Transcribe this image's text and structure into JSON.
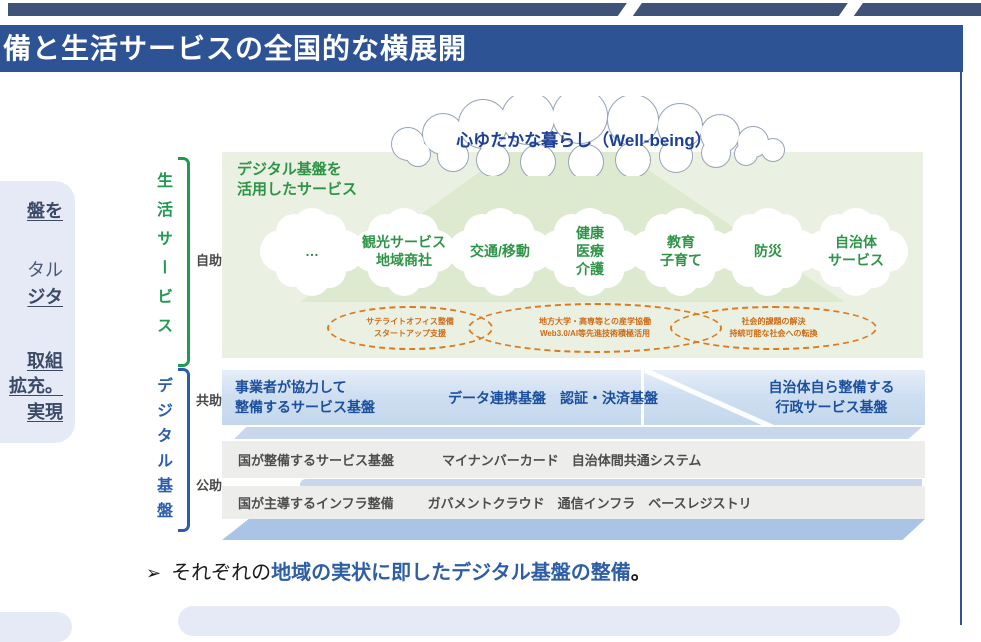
{
  "colors": {
    "header_blue": "#2e5395",
    "strip_slate": "#3f5277",
    "green_text": "#2e9447",
    "panel_green": "#eaf1e2",
    "orange_accent": "#dd7a1e",
    "label_blue": "#2b5cad",
    "row_text_blue": "#1c4f9e",
    "gray_row": "#ededec",
    "trapezoid_blue": "#aac4e5",
    "side_box": "#e5eaf6"
  },
  "header": {
    "title": "備と生活サービスの全国的な横展開"
  },
  "wellbeing": {
    "label": "心ゆたかな暮らし（Well-being）"
  },
  "life_services": {
    "vertical_label": "生活サービス",
    "self_help_label": "自助",
    "panel_title_line1": "デジタル基盤を",
    "panel_title_line2": "活用したサービス",
    "bubbles": [
      {
        "lines": [
          "…"
        ]
      },
      {
        "lines": [
          "観光サービス",
          "地域商社"
        ]
      },
      {
        "lines": [
          "交通/移動"
        ]
      },
      {
        "lines": [
          "健康",
          "医療",
          "介護"
        ]
      },
      {
        "lines": [
          "教育",
          "子育て"
        ]
      },
      {
        "lines": [
          "防災"
        ]
      },
      {
        "lines": [
          "自治体",
          "サービス"
        ]
      }
    ],
    "initiatives": [
      {
        "line1": "サテライトオフィス整備",
        "line2": "スタートアップ支援"
      },
      {
        "line1": "地方大学・高専等との産学協働",
        "line2": "Web3.0/AI等先進技術積極活用"
      },
      {
        "line1": "社会的課題の解決",
        "line2": "持続可能な社会への転換"
      }
    ]
  },
  "digital_platform": {
    "vertical_label": "デジタル基盤",
    "mutual_help_label": "共助",
    "public_help_label": "公助",
    "provider_row": {
      "left_line1": "事業者が協力して",
      "left_line2": "整備するサービス基盤",
      "center": "データ連携基盤　認証・決済基盤",
      "right_line1": "自治体自ら整備する",
      "right_line2": "行政サービス基盤"
    },
    "national_service_row": {
      "label": "国が整備するサービス基盤",
      "items": "マイナンバーカード　自治体間共通システム"
    },
    "national_infra_row": {
      "label": "国が主導するインフラ整備",
      "items": "ガバメントクラウド　通信インフラ　ベースレジストリ"
    }
  },
  "left_panel": {
    "fragments": [
      {
        "text": "盤を"
      },
      {
        "text": "タル"
      },
      {
        "text": "ジタ"
      },
      {
        "text": "取組"
      },
      {
        "text": "拡充。"
      },
      {
        "text": "実現"
      }
    ]
  },
  "bottom_note": {
    "arrow": "➢",
    "prefix": "それぞれの",
    "emphasis": "地域の実状に即したデジタル基盤の整備",
    "suffix": "。"
  }
}
